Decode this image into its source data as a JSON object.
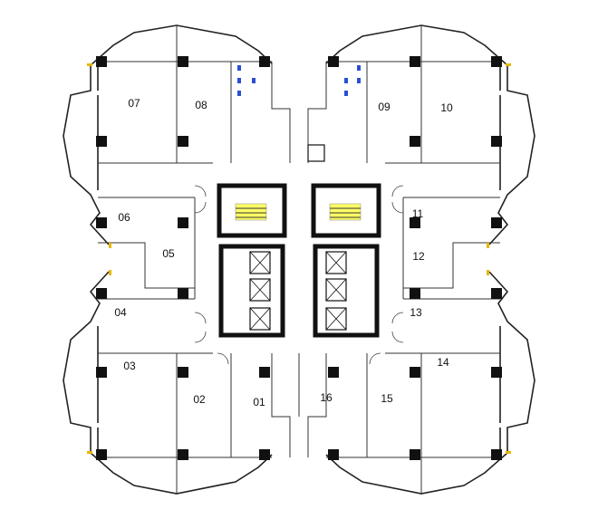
{
  "room_labels": [
    "01",
    "02",
    "03",
    "04",
    "05",
    "06",
    "07",
    "08",
    "09",
    "10",
    "11",
    "12",
    "13",
    "14",
    "15",
    "16"
  ],
  "colors": {
    "wall": "#222222",
    "column": "#111111",
    "stair_highlight": "#ffff66",
    "window_marker": "#e6b800",
    "fixture": "#2b4fd1",
    "background": "#ffffff"
  }
}
